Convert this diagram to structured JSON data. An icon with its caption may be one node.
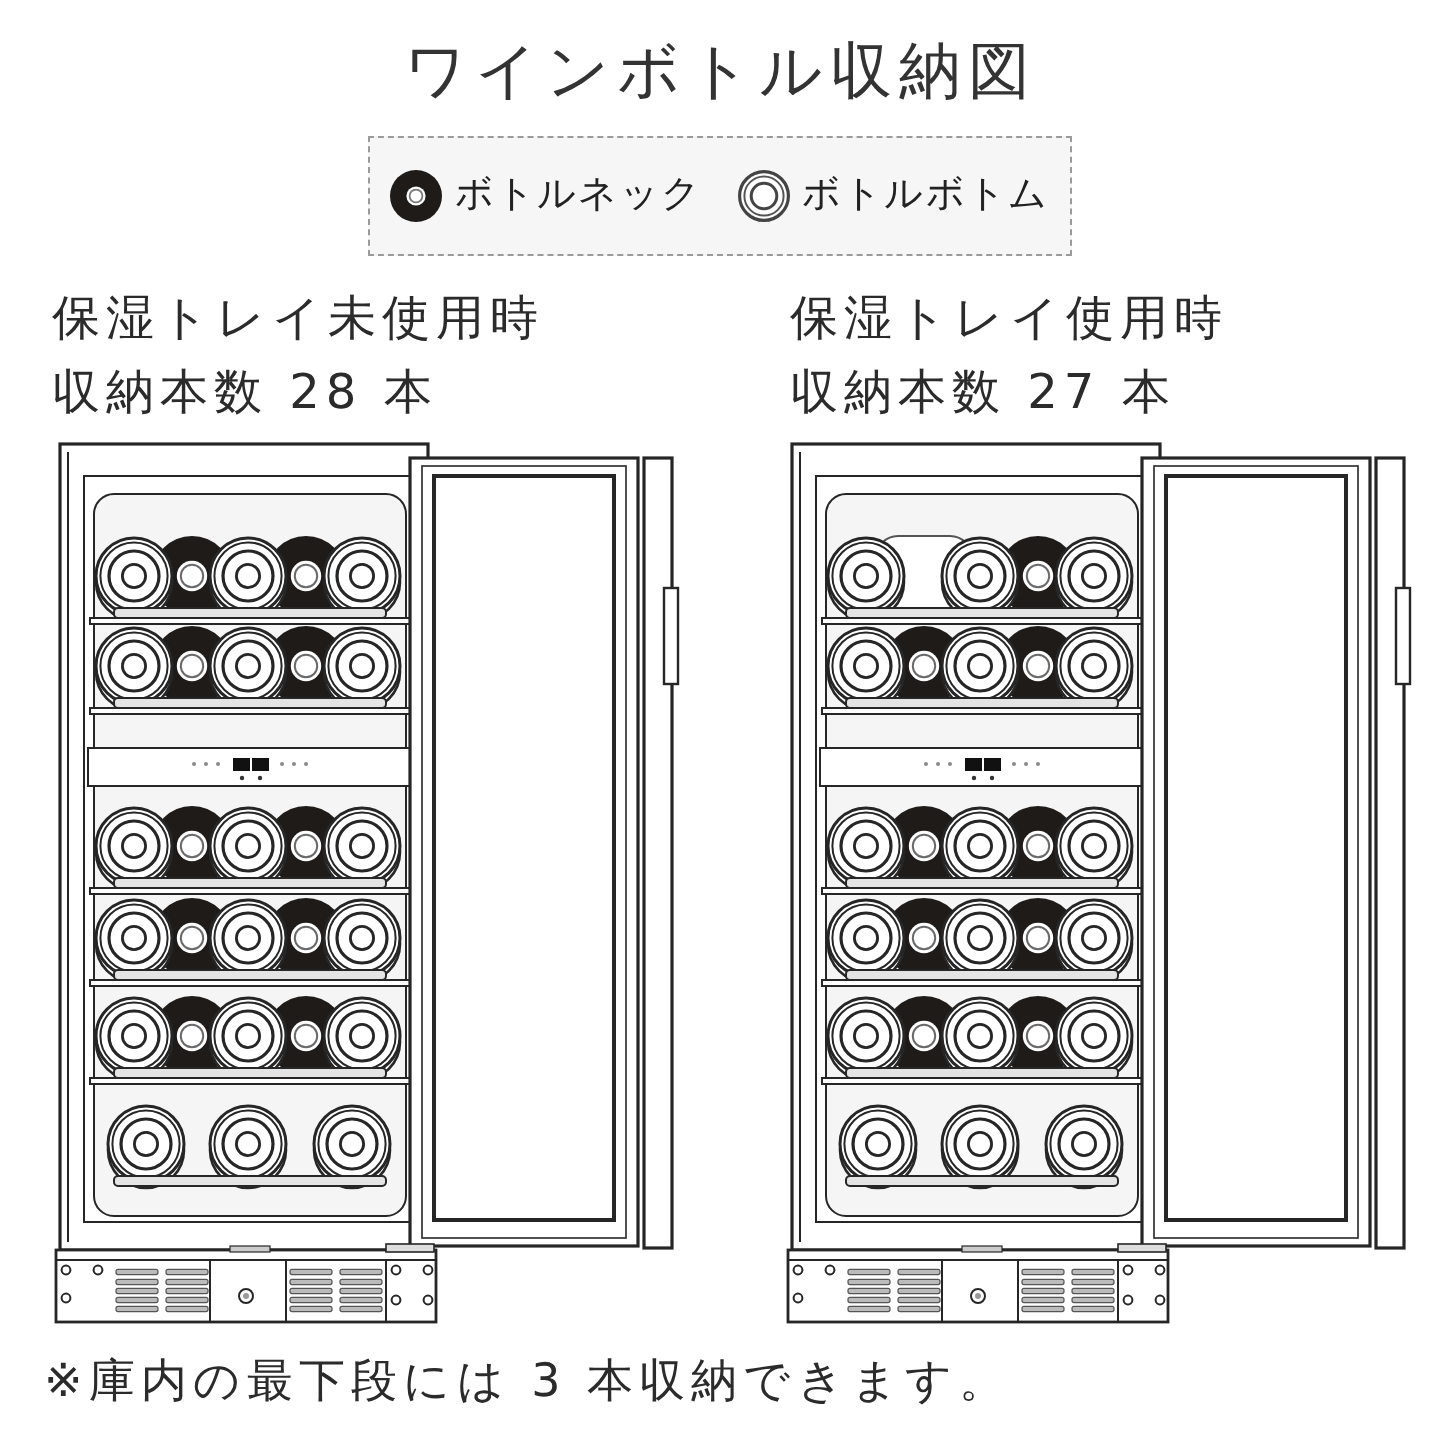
{
  "diagram": {
    "title": "ワインボトル収納図",
    "labels": [
      "保湿トレイ未使用時",
      "収納本数 28 本",
      "保湿トレイ使用時",
      "収納本数 27 本",
      "※庫内の最下段には 3 本収納できます。"
    ],
    "legend": [
      {
        "text": "ボトルネック"
      },
      {
        "text": "ボトルボトム"
      }
    ]
  }
}
